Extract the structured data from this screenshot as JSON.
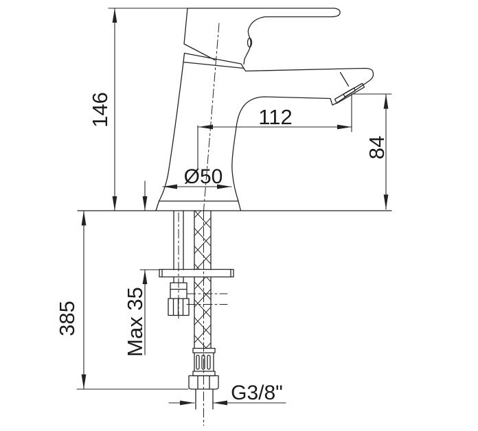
{
  "drawing": {
    "subject": "basin-mixer-faucet-installation-drawing-side-view",
    "background_color": "#ffffff",
    "line_color": "#232323",
    "dimensions": {
      "total_height": "146",
      "spout_reach": "112",
      "spout_outlet_height": "84",
      "body_diameter": "Ø50",
      "hose_length": "385",
      "max_mounting_thickness": "Max 35",
      "connection_thread": "G3/8\""
    }
  }
}
